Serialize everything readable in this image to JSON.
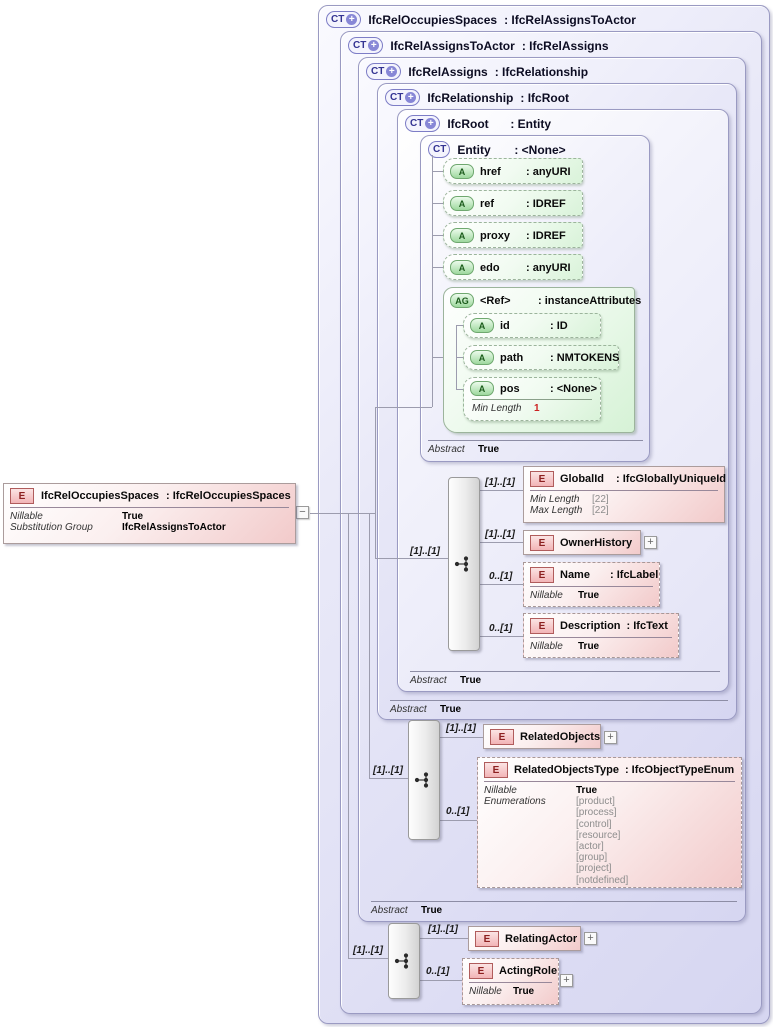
{
  "glyphs": {
    "ct": "CT",
    "e": "E",
    "a": "A",
    "ag": "AG",
    "plus": "+",
    "minus": "−"
  },
  "root_element": {
    "name": "IfcRelOccupiesSpaces",
    "type": ": IfcRelOccupiesSpaces",
    "nillable_label": "Nillable",
    "nillable_value": "True",
    "subst_label": "Substitution Group",
    "subst_value": "IfcRelAssignsToActor"
  },
  "ct_boxes": {
    "l1": {
      "name": "IfcRelOccupiesSpaces",
      "type": ": IfcRelAssignsToActor"
    },
    "l2": {
      "name": "IfcRelAssignsToActor",
      "type": ": IfcRelAssigns"
    },
    "l3": {
      "name": "IfcRelAssigns",
      "type": ": IfcRelationship",
      "abstract_label": "Abstract",
      "abstract_value": "True"
    },
    "l4": {
      "name": "IfcRelationship",
      "type": ": IfcRoot",
      "abstract_label": "Abstract",
      "abstract_value": "True"
    },
    "l5": {
      "name": "IfcRoot",
      "type": ": Entity",
      "abstract_label": "Abstract",
      "abstract_value": "True"
    },
    "l6": {
      "name": "Entity",
      "type": ": <None>",
      "abstract_label": "Abstract",
      "abstract_value": "True"
    }
  },
  "attributes": {
    "href": {
      "name": "href",
      "type": ": anyURI"
    },
    "ref": {
      "name": "ref",
      "type": ": IDREF"
    },
    "proxy": {
      "name": "proxy",
      "type": ": IDREF"
    },
    "edo": {
      "name": "edo",
      "type": ": anyURI"
    },
    "group": {
      "name": "<Ref>",
      "type": ": instanceAttributes"
    },
    "id": {
      "name": "id",
      "type": ": ID"
    },
    "path": {
      "name": "path",
      "type": ": NMTOKENS"
    },
    "pos": {
      "name": "pos",
      "type": ": <None>",
      "minlen_label": "Min Length",
      "minlen_value": "1"
    }
  },
  "elements": {
    "globalid": {
      "name": "GlobalId",
      "type": ": IfcGloballyUniqueId",
      "cardinality": "[1]..[1]",
      "minlen_label": "Min Length",
      "minlen_value": "[22]",
      "maxlen_label": "Max Length",
      "maxlen_value": "[22]"
    },
    "ownerhistory": {
      "name": "OwnerHistory",
      "cardinality": "[1]..[1]"
    },
    "namefield": {
      "name": "Name",
      "type": ": IfcLabel",
      "cardinality": "0..[1]",
      "nillable_label": "Nillable",
      "nillable_value": "True"
    },
    "description": {
      "name": "Description",
      "type": ": IfcText",
      "cardinality": "0..[1]",
      "nillable_label": "Nillable",
      "nillable_value": "True"
    },
    "relatedobjects": {
      "name": "RelatedObjects",
      "cardinality": "[1]..[1]"
    },
    "relatedobjectstype": {
      "name": "RelatedObjectsType",
      "type": ": IfcObjectTypeEnum",
      "cardinality": "0..[1]",
      "nillable_label": "Nillable",
      "nillable_value": "True",
      "enum_label": "Enumerations",
      "enums": [
        "[product]",
        "[process]",
        "[control]",
        "[resource]",
        "[actor]",
        "[group]",
        "[project]",
        "[notdefined]"
      ]
    },
    "relatingactor": {
      "name": "RelatingActor",
      "cardinality": "[1]..[1]"
    },
    "actingrole": {
      "name": "ActingRole",
      "cardinality": "0..[1]",
      "nillable_label": "Nillable",
      "nillable_value": "True"
    }
  },
  "sequences": {
    "seq1": {
      "cardinality": "[1]..[1]"
    },
    "seq2": {
      "cardinality": "[1]..[1]"
    },
    "seq3": {
      "cardinality": "[1]..[1]"
    }
  }
}
